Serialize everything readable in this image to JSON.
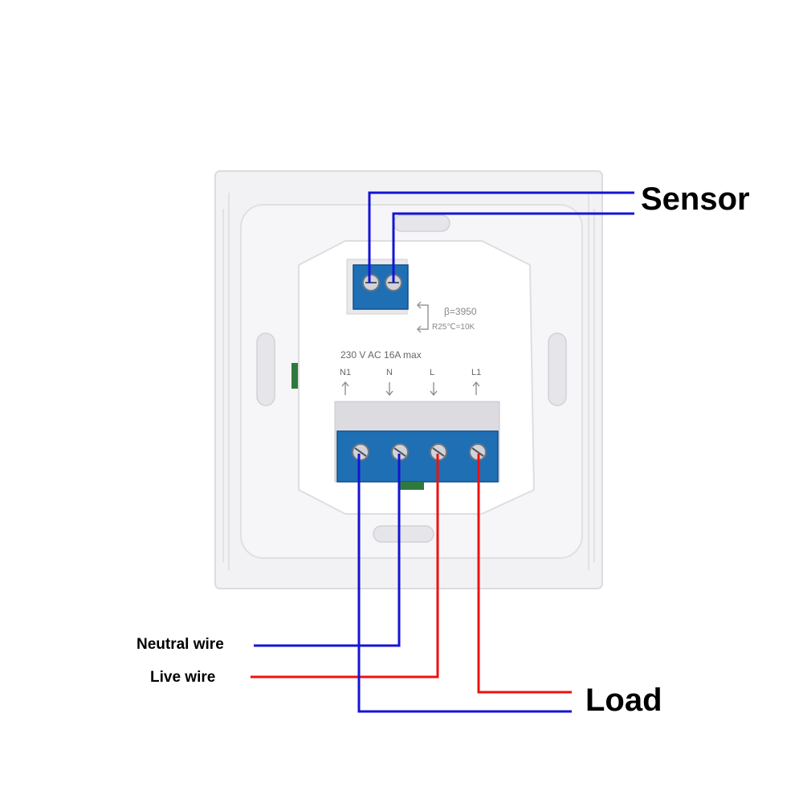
{
  "labels": {
    "sensor": "Sensor",
    "load": "Load",
    "neutral_wire": "Neutral wire",
    "live_wire": "Live wire"
  },
  "device": {
    "sensor_beta": "β=3950",
    "sensor_resistance": "R25℃=10K",
    "rating": "230 V AC  16A max",
    "terminals": [
      "N1",
      "N",
      "L",
      "L1"
    ]
  },
  "colors": {
    "neutral": "#1414d6",
    "live": "#ee1111",
    "terminal_block": "#1f6fb5",
    "plate": "#f3f3f5",
    "module": "#ffffff"
  },
  "icons": {
    "sensor_symbol": "thermistor-icon",
    "arrow_in": "arrow-up-icon",
    "arrow_out": "arrow-down-icon",
    "screw": "screw-icon"
  }
}
